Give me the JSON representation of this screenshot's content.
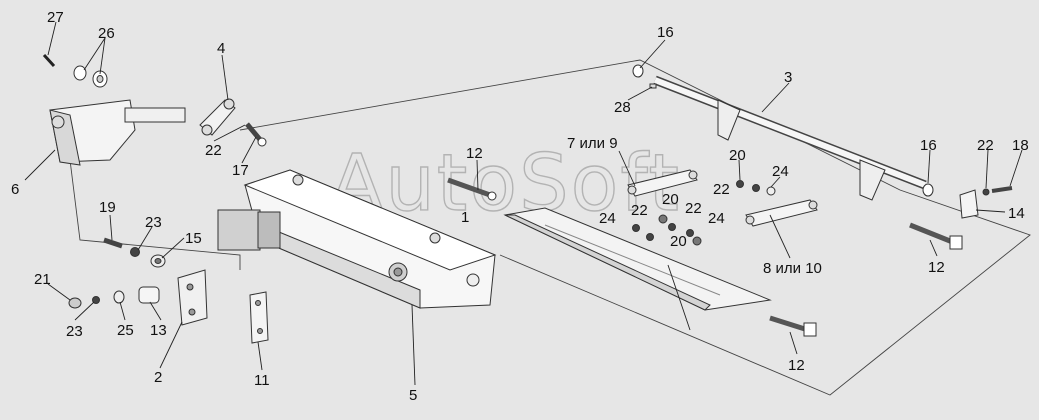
{
  "watermark": "AutoSoft",
  "callouts": [
    {
      "id": "c27",
      "text": "27"
    },
    {
      "id": "c26",
      "text": "26"
    },
    {
      "id": "c4",
      "text": "4"
    },
    {
      "id": "c6",
      "text": "6"
    },
    {
      "id": "c22a",
      "text": "22"
    },
    {
      "id": "c17",
      "text": "17"
    },
    {
      "id": "c19",
      "text": "19"
    },
    {
      "id": "c23a",
      "text": "23"
    },
    {
      "id": "c15",
      "text": "15"
    },
    {
      "id": "c21",
      "text": "21"
    },
    {
      "id": "c23b",
      "text": "23"
    },
    {
      "id": "c25",
      "text": "25"
    },
    {
      "id": "c13",
      "text": "13"
    },
    {
      "id": "c2",
      "text": "2"
    },
    {
      "id": "c11",
      "text": "11"
    },
    {
      "id": "c5",
      "text": "5"
    },
    {
      "id": "c12a",
      "text": "12"
    },
    {
      "id": "c1",
      "text": "1"
    },
    {
      "id": "c7or9",
      "text": "7 или 9"
    },
    {
      "id": "c16a",
      "text": "16"
    },
    {
      "id": "c28",
      "text": "28"
    },
    {
      "id": "c3",
      "text": "3"
    },
    {
      "id": "c20a",
      "text": "20"
    },
    {
      "id": "c22b",
      "text": "22"
    },
    {
      "id": "c24a",
      "text": "24"
    },
    {
      "id": "c24b",
      "text": "24"
    },
    {
      "id": "c22c",
      "text": "22"
    },
    {
      "id": "c20b",
      "text": "20"
    },
    {
      "id": "c22d",
      "text": "22"
    },
    {
      "id": "c24c",
      "text": "24"
    },
    {
      "id": "c20c",
      "text": "20"
    },
    {
      "id": "c8or10",
      "text": "8 или 10"
    },
    {
      "id": "c16b",
      "text": "16"
    },
    {
      "id": "c22e",
      "text": "22"
    },
    {
      "id": "c18",
      "text": "18"
    },
    {
      "id": "c14",
      "text": "14"
    },
    {
      "id": "c12b",
      "text": "12"
    },
    {
      "id": "c12c",
      "text": "12"
    }
  ]
}
